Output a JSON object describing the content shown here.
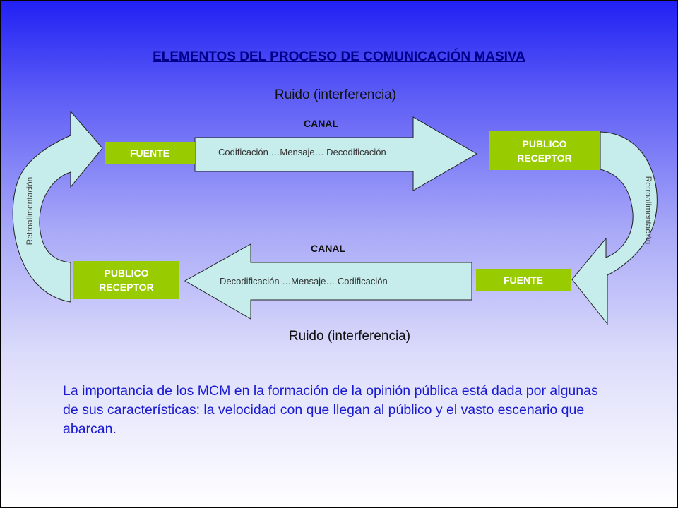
{
  "title": "ELEMENTOS DEL PROCESO DE COMUNICACIÓN MASIVA",
  "noise_top": "Ruido (interferencia)",
  "noise_bottom": "Ruido (interferencia)",
  "top_flow": {
    "channel": "CANAL",
    "source": "FUENTE",
    "message": "Codificación …Mensaje… Decodificación",
    "receiver_line1": "PUBLICO",
    "receiver_line2": "RECEPTOR"
  },
  "bottom_flow": {
    "channel": "CANAL",
    "source": "FUENTE",
    "message": "Decodificación …Mensaje… Codificación",
    "receiver_line1": "PUBLICO",
    "receiver_line2": "RECEPTOR"
  },
  "feedback_left": "Retroalimentación",
  "feedback_right": "Retroalimentación",
  "paragraph": "La importancia de los MCM en la formación de la opinión pública está dada por algunas de sus características: la velocidad con que llegan al público y el vasto escenario que abarcan.",
  "colors": {
    "box_green": "#99cc00",
    "arrow_fill": "#c6ecec",
    "title_blue": "#00008b",
    "text_blue": "#1a1ad0"
  }
}
